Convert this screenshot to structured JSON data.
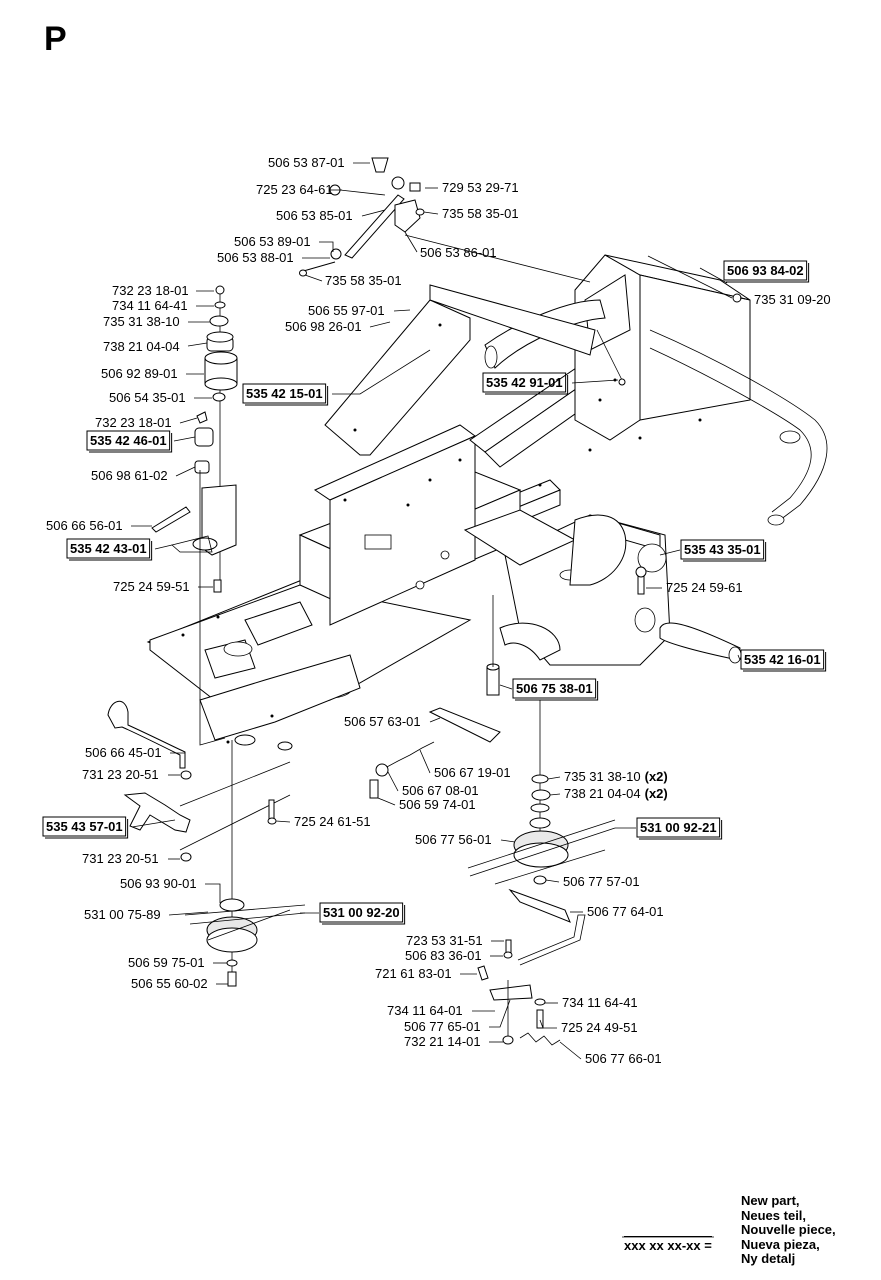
{
  "section_letter": "P",
  "legend": {
    "code": "xxx xx xx-xx  =",
    "texts": [
      "New part,",
      "Neues teil,",
      "Nouvelle piece,",
      "Nueva pieza,",
      "Ny detalj"
    ]
  },
  "callouts": [
    {
      "text": "506 53 87-01",
      "is_new": false
    },
    {
      "text": "725 23 64-61",
      "is_new": false
    },
    {
      "text": "729 53 29-71",
      "is_new": false
    },
    {
      "text": "506 53 85-01",
      "is_new": false
    },
    {
      "text": "735 58 35-01",
      "is_new": false
    },
    {
      "text": "506 53 89-01",
      "is_new": false
    },
    {
      "text": "506 53 86-01",
      "is_new": false
    },
    {
      "text": "506 53 88-01",
      "is_new": false
    },
    {
      "text": "735 58 35-01",
      "is_new": false
    },
    {
      "text": "506 93 84-02",
      "is_new": true
    },
    {
      "text": "735 31 09-20",
      "is_new": false
    },
    {
      "text": "732 23 18-01",
      "is_new": false
    },
    {
      "text": "734 11 64-41",
      "is_new": false
    },
    {
      "text": "735 31 38-10",
      "is_new": false
    },
    {
      "text": "506 55 97-01",
      "is_new": false
    },
    {
      "text": "506 98 26-01",
      "is_new": false
    },
    {
      "text": "738 21 04-04",
      "is_new": false
    },
    {
      "text": "506 92 89-01",
      "is_new": false
    },
    {
      "text": "535 42 91-01",
      "is_new": true
    },
    {
      "text": "535 42 15-01",
      "is_new": true
    },
    {
      "text": "506 54 35-01",
      "is_new": false
    },
    {
      "text": "732 23 18-01",
      "is_new": false
    },
    {
      "text": "535 42 46-01",
      "is_new": true
    },
    {
      "text": "506 98 61-02",
      "is_new": false
    },
    {
      "text": "506 66 56-01",
      "is_new": false
    },
    {
      "text": "535 42 43-01",
      "is_new": true
    },
    {
      "text": "535 43 35-01",
      "is_new": true
    },
    {
      "text": "725 24 59-51",
      "is_new": false
    },
    {
      "text": "725 24 59-61",
      "is_new": false
    },
    {
      "text": "535 42 16-01",
      "is_new": true
    },
    {
      "text": "506 75 38-01",
      "is_new": true
    },
    {
      "text": "506 57 63-01",
      "is_new": false
    },
    {
      "text": "506 66 45-01",
      "is_new": false
    },
    {
      "text": "731 23 20-51",
      "is_new": false
    },
    {
      "text": "506 67 19-01",
      "is_new": false
    },
    {
      "text": "735 31 38-10",
      "suffix": "(x2)",
      "is_new": false
    },
    {
      "text": "506 67 08-01",
      "is_new": false
    },
    {
      "text": "738 21 04-04",
      "suffix": "(x2)",
      "is_new": false
    },
    {
      "text": "506 59 74-01",
      "is_new": false
    },
    {
      "text": "535 43 57-01",
      "is_new": true
    },
    {
      "text": "725 24 61-51",
      "is_new": false
    },
    {
      "text": "531 00 92-21",
      "is_new": true
    },
    {
      "text": "506 77 56-01",
      "is_new": false
    },
    {
      "text": "731 23 20-51",
      "is_new": false
    },
    {
      "text": "506 77 57-01",
      "is_new": false
    },
    {
      "text": "506 93 90-01",
      "is_new": false
    },
    {
      "text": "506 77 64-01",
      "is_new": false
    },
    {
      "text": "531 00 75-89",
      "is_new": false
    },
    {
      "text": "531 00 92-20",
      "is_new": true
    },
    {
      "text": "723 53 31-51",
      "is_new": false
    },
    {
      "text": "506 83 36-01",
      "is_new": false
    },
    {
      "text": "506 59 75-01",
      "is_new": false
    },
    {
      "text": "721 61 83-01",
      "is_new": false
    },
    {
      "text": "506 55 60-02",
      "is_new": false
    },
    {
      "text": "734 11 64-01",
      "is_new": false
    },
    {
      "text": "734 11 64-41",
      "is_new": false
    },
    {
      "text": "506 77 65-01",
      "is_new": false
    },
    {
      "text": "725 24 49-51",
      "is_new": false
    },
    {
      "text": "732 21 14-01",
      "is_new": false
    },
    {
      "text": "506 77 66-01",
      "is_new": false
    }
  ]
}
